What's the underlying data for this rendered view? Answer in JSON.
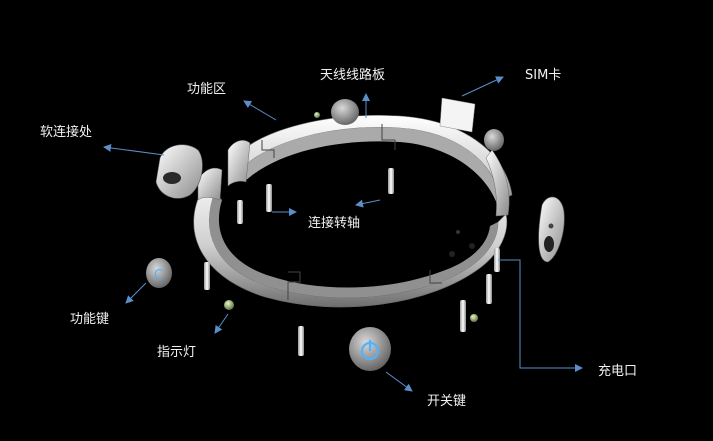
{
  "labels": {
    "antenna_board": "天线线路板",
    "sim_card": "SIM卡",
    "function_area": "功能区",
    "soft_joint": "软连接处",
    "connecting_shaft": "连接转轴",
    "function_key": "功能键",
    "indicator_light": "指示灯",
    "charging_port": "充电口",
    "power_key": "开关键"
  },
  "colors": {
    "background": "#000000",
    "arrow": "#5b8fc9",
    "body": "#e6e6e6",
    "glow": "#4fb3ff"
  }
}
